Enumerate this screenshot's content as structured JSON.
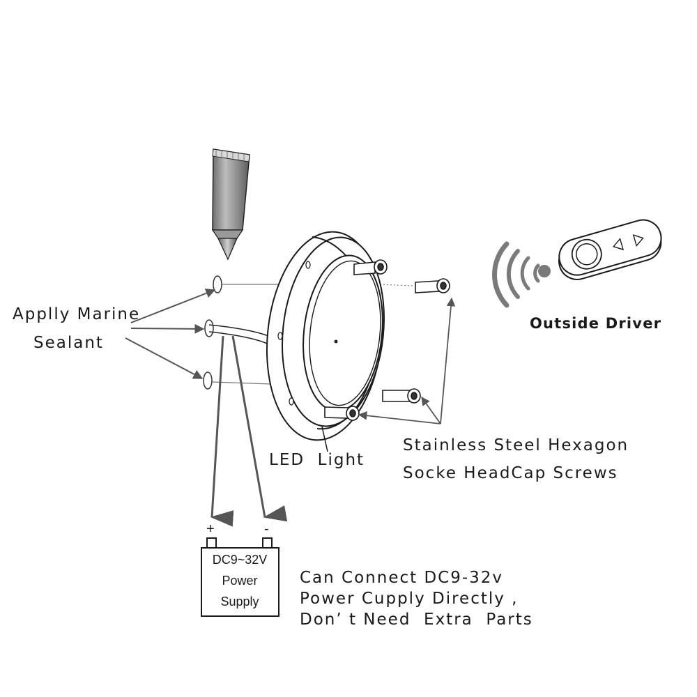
{
  "labels": {
    "sealant_line1": "Applly Marine",
    "sealant_line2": "Sealant",
    "led_light": "LED  Light",
    "screws_line1": "Stainless Steel Hexagon",
    "screws_line2": "Socke HeadCap Screws",
    "outside_driver": "Outside Driver",
    "note_line1": "Can Connect DC9-32v",
    "note_line2": "Power Cupply Directly ,",
    "note_line3": "Don’ t Need  Extra  Parts"
  },
  "power_supply": {
    "line1": "DC9~32V",
    "line2": "Power",
    "line3": "Supply",
    "plus": "+",
    "minus": "-"
  },
  "colors": {
    "ink": "#1a1a1a",
    "arrow": "#555555",
    "tube": "#8f8f8f",
    "signal": "#7a7a7a"
  }
}
